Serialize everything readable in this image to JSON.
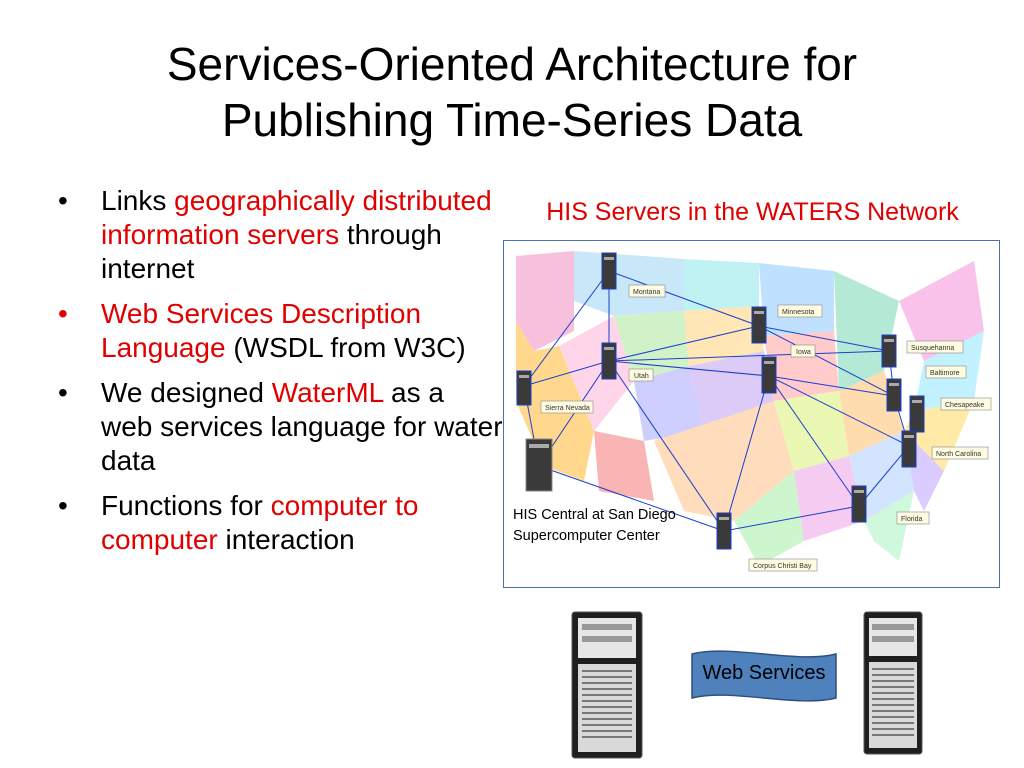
{
  "slide": {
    "title_line1": "Services-Oriented Architecture for",
    "title_line2": "Publishing Time-Series Data"
  },
  "bullets": [
    {
      "parts": [
        {
          "t": "Links ",
          "red": false
        },
        {
          "t": "geographically distributed information servers",
          "red": true
        },
        {
          "t": " through internet",
          "red": false
        }
      ]
    },
    {
      "parts": [
        {
          "t": "Web Services Description Language",
          "red": true
        },
        {
          "t": " (WSDL from W3C)",
          "red": false
        }
      ]
    },
    {
      "parts": [
        {
          "t": "We designed ",
          "red": false
        },
        {
          "t": "WaterML",
          "red": true
        },
        {
          "t": " as a web services language for water data",
          "red": false
        }
      ]
    },
    {
      "parts": [
        {
          "t": "Functions for ",
          "red": false
        },
        {
          "t": "computer to computer",
          "red": true
        },
        {
          "t": " interaction",
          "red": false
        }
      ]
    }
  ],
  "map": {
    "caption": "HIS Servers in the WATERS Network",
    "hub_label": "HIS Central at San Diego Supercomputer Center",
    "sites": [
      "Montana",
      "Minnesota",
      "Iowa",
      "Susquehanna",
      "Baltimore",
      "Utah",
      "Sierra Nevada",
      "Chesapeake",
      "North Carolina",
      "Florida",
      "Corpus Christi Bay"
    ]
  },
  "web_services_label": "Web Services",
  "colors": {
    "accent_red": "#e00000",
    "network_line": "#1a3fd0",
    "banner_fill": "#4f81bd"
  }
}
